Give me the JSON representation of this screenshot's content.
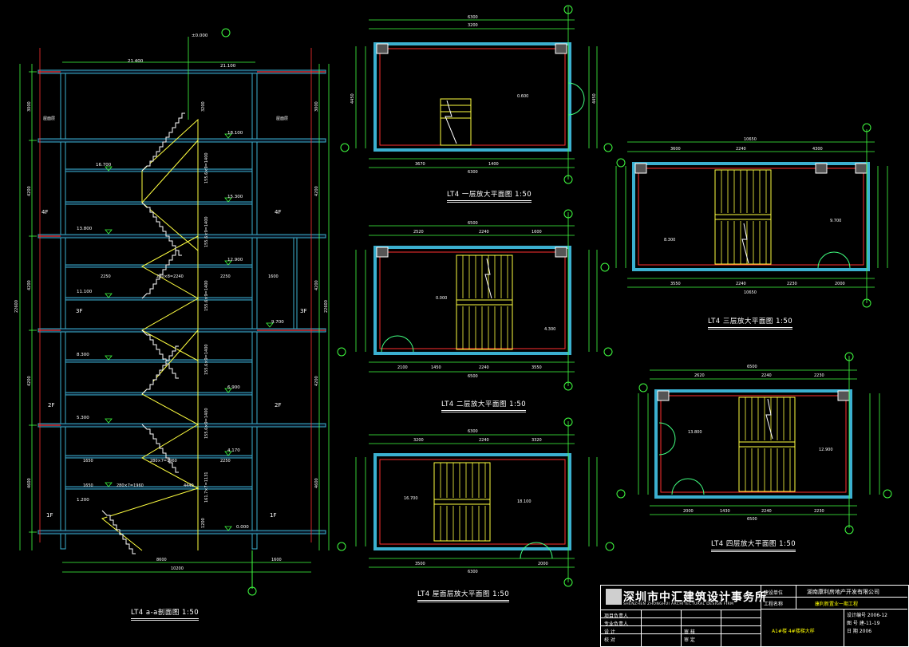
{
  "captions": {
    "section": "LT4 a-a剖面图 1:50",
    "plan_1": "LT4 一层放大平面图 1:50",
    "plan_2": "LT4 二层放大平面图 1:50",
    "plan_3": "LT4 三层放大平面图 1:50",
    "plan_4": "LT4 四层放大平面图 1:50",
    "plan_roof": "LT4 屋面层放大平面图 1:50"
  },
  "section": {
    "levels": [
      "16.700",
      "13.800",
      "11.100",
      "8.300",
      "5.300",
      "1.200",
      "18.100",
      "15.300",
      "12.900",
      "9.700",
      "6.900",
      "4.170",
      "0.000"
    ],
    "top_level": "21.400",
    "roof_level": "21.100",
    "axis_note": "±0.000",
    "floors": [
      "4F",
      "3F",
      "2F",
      "1F"
    ],
    "roof_label": "屋面层",
    "width_total": "10200",
    "width_main": "8600",
    "width_side": "1600",
    "dim_a": "1650",
    "dim_b": "1650",
    "dim_c": "4440",
    "dim_d": "2250",
    "dim_e": "2250",
    "dim_f": "2250",
    "dim_g": "1600",
    "dim_h": "280×8=2240",
    "dim_i": "280×7=1960",
    "dim_j": "280×7=1960",
    "height_total": "22600",
    "storey_heights": [
      "3000",
      "4200",
      "4200",
      "4200",
      "4600"
    ],
    "stair_heights": [
      "3200",
      "155.6×9=1400",
      "155.6×9=1400",
      "161.7×7=1131",
      "1200"
    ]
  },
  "plans": [
    {
      "dims": [
        "6300",
        "3200",
        "3670",
        "1400",
        "4450"
      ],
      "level": "0.600"
    },
    {
      "dims": [
        "6500",
        "2520",
        "2240",
        "1600",
        "2100",
        "1450",
        "3550"
      ],
      "levels": [
        "0.000",
        "4.300"
      ]
    },
    {
      "dims": [
        "10650",
        "3600",
        "2240",
        "4300",
        "3550",
        "2230",
        "2000"
      ],
      "levels": [
        "8.300",
        "9.700"
      ]
    },
    {
      "dims": [
        "6500",
        "2620",
        "2240",
        "2230",
        "2000",
        "1430",
        "2230"
      ],
      "levels": [
        "13.800",
        "12.900"
      ]
    },
    {
      "dims": [
        "6300",
        "3200",
        "2240",
        "3320",
        "3500",
        "2000"
      ],
      "levels": [
        "16.700",
        "18.100"
      ]
    }
  ],
  "title_block": {
    "firm": "深圳市中汇建筑设计事务所",
    "firm_en": "SHENZHEN ZHONGHUI ARCHITECTURAL DESIGN FIRM",
    "client_label": "建设单位",
    "client": "湖南康利房地产开发有限公司",
    "project_label": "工程名称",
    "project": "康利新置业一期工程",
    "drawing": "A1#楼 4#楼梯大样",
    "drawing_no": "设计编号 2006-12",
    "page": "图 号 建-11-19",
    "date": "日 期 2006",
    "roles": [
      "项目负责人",
      "专业负责人",
      "设 计",
      "校 对",
      "审 核",
      "审 定"
    ]
  }
}
